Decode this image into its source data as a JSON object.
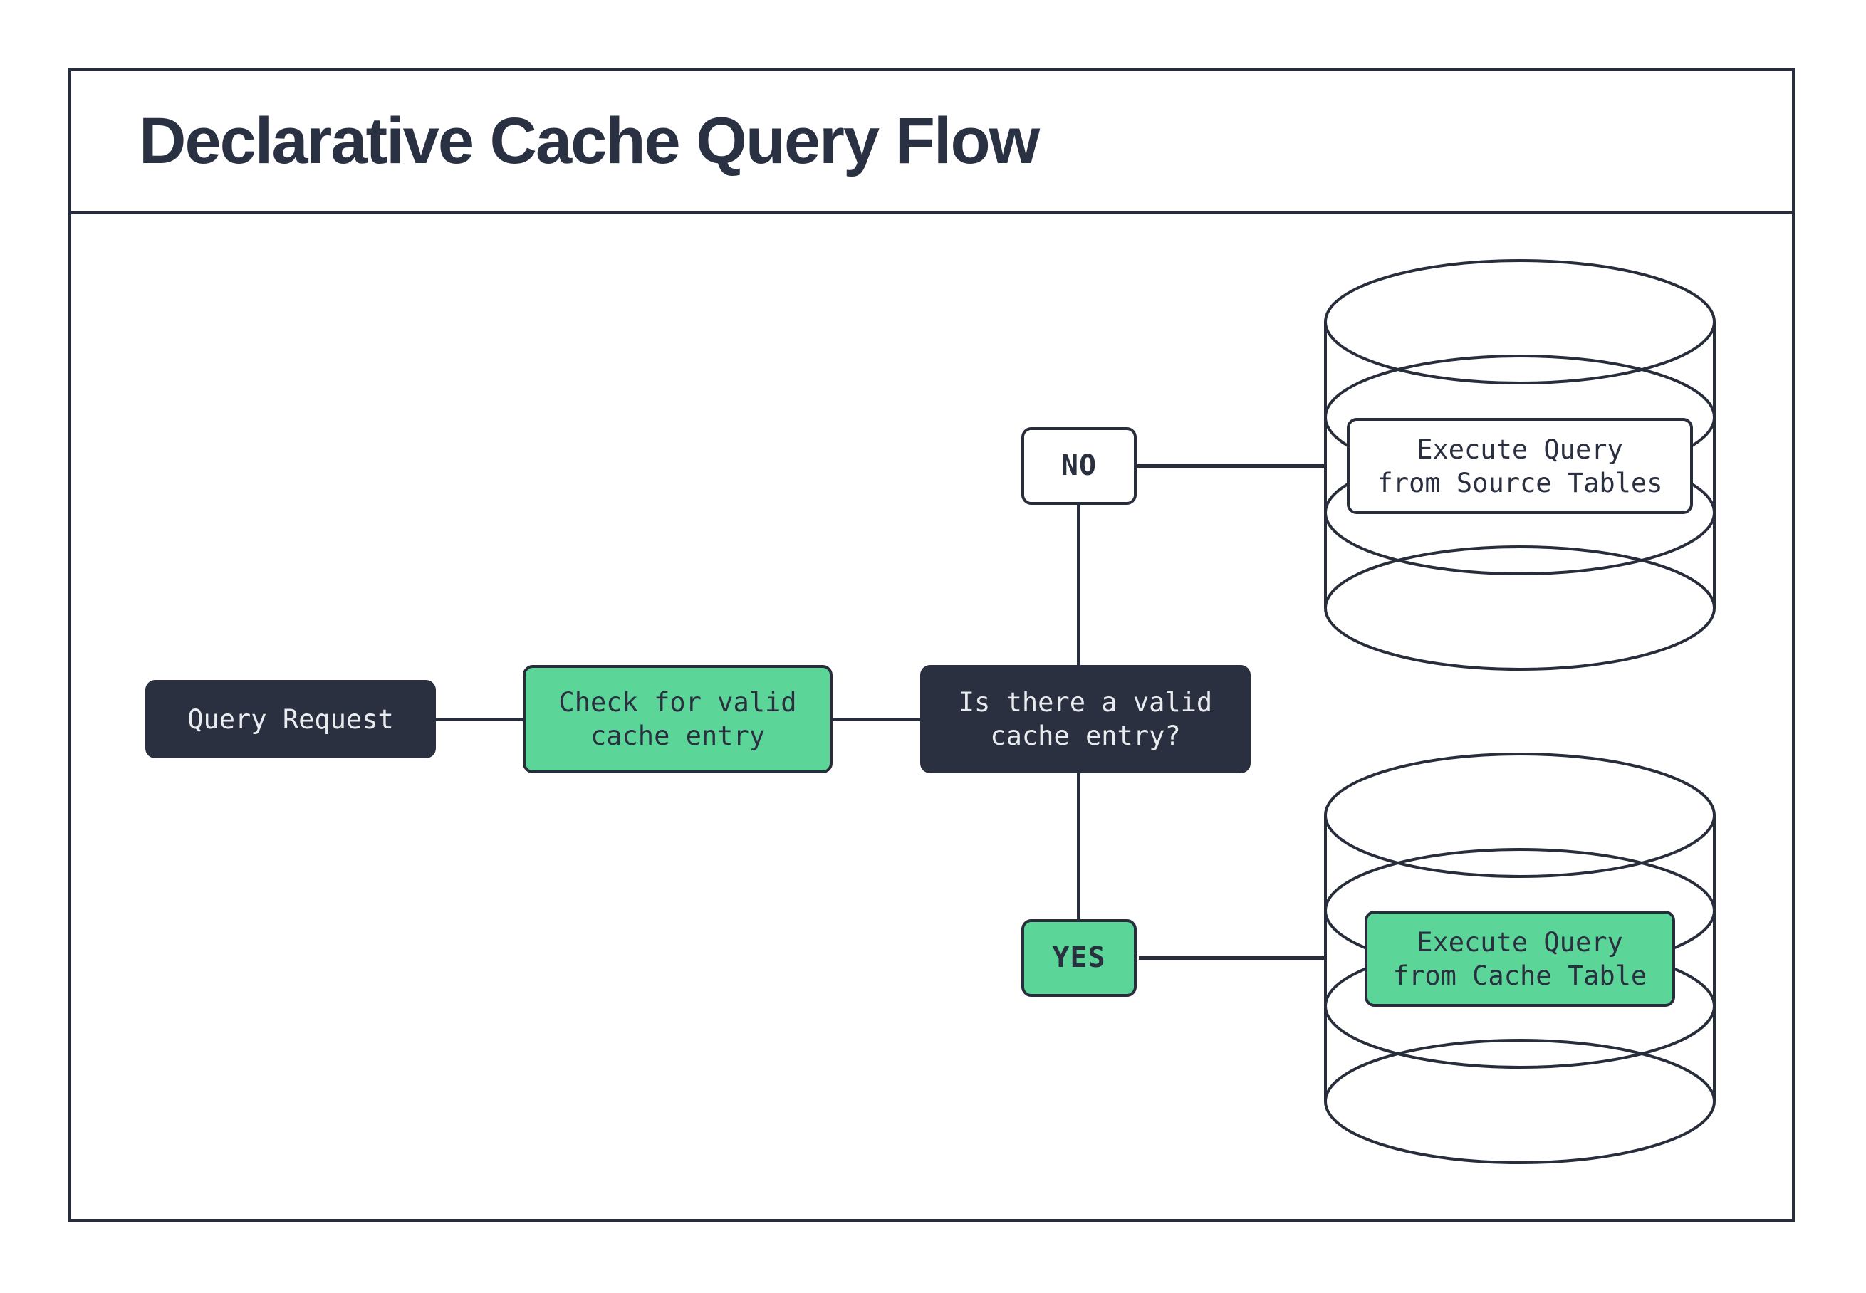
{
  "title": "Declarative Cache Query Flow",
  "colors": {
    "ink": "#272d3b",
    "dark_box": "#2a3040",
    "green": "#5cd598",
    "light_text": "#e9ebee",
    "background": "#ffffff"
  },
  "nodes": {
    "query_request": {
      "label": "Query Request"
    },
    "check_cache": {
      "line1": "Check for valid",
      "line2": "cache entry"
    },
    "decision": {
      "line1": "Is there a valid",
      "line2": "cache entry?"
    },
    "no_badge": {
      "label": "NO"
    },
    "yes_badge": {
      "label": "YES"
    },
    "execute_source": {
      "line1": "Execute Query",
      "line2": "from Source Tables"
    },
    "execute_cache": {
      "line1": "Execute Query",
      "line2": "from Cache Table"
    }
  },
  "icons": {
    "source_database": "database-cylinder",
    "cache_database": "database-cylinder"
  }
}
